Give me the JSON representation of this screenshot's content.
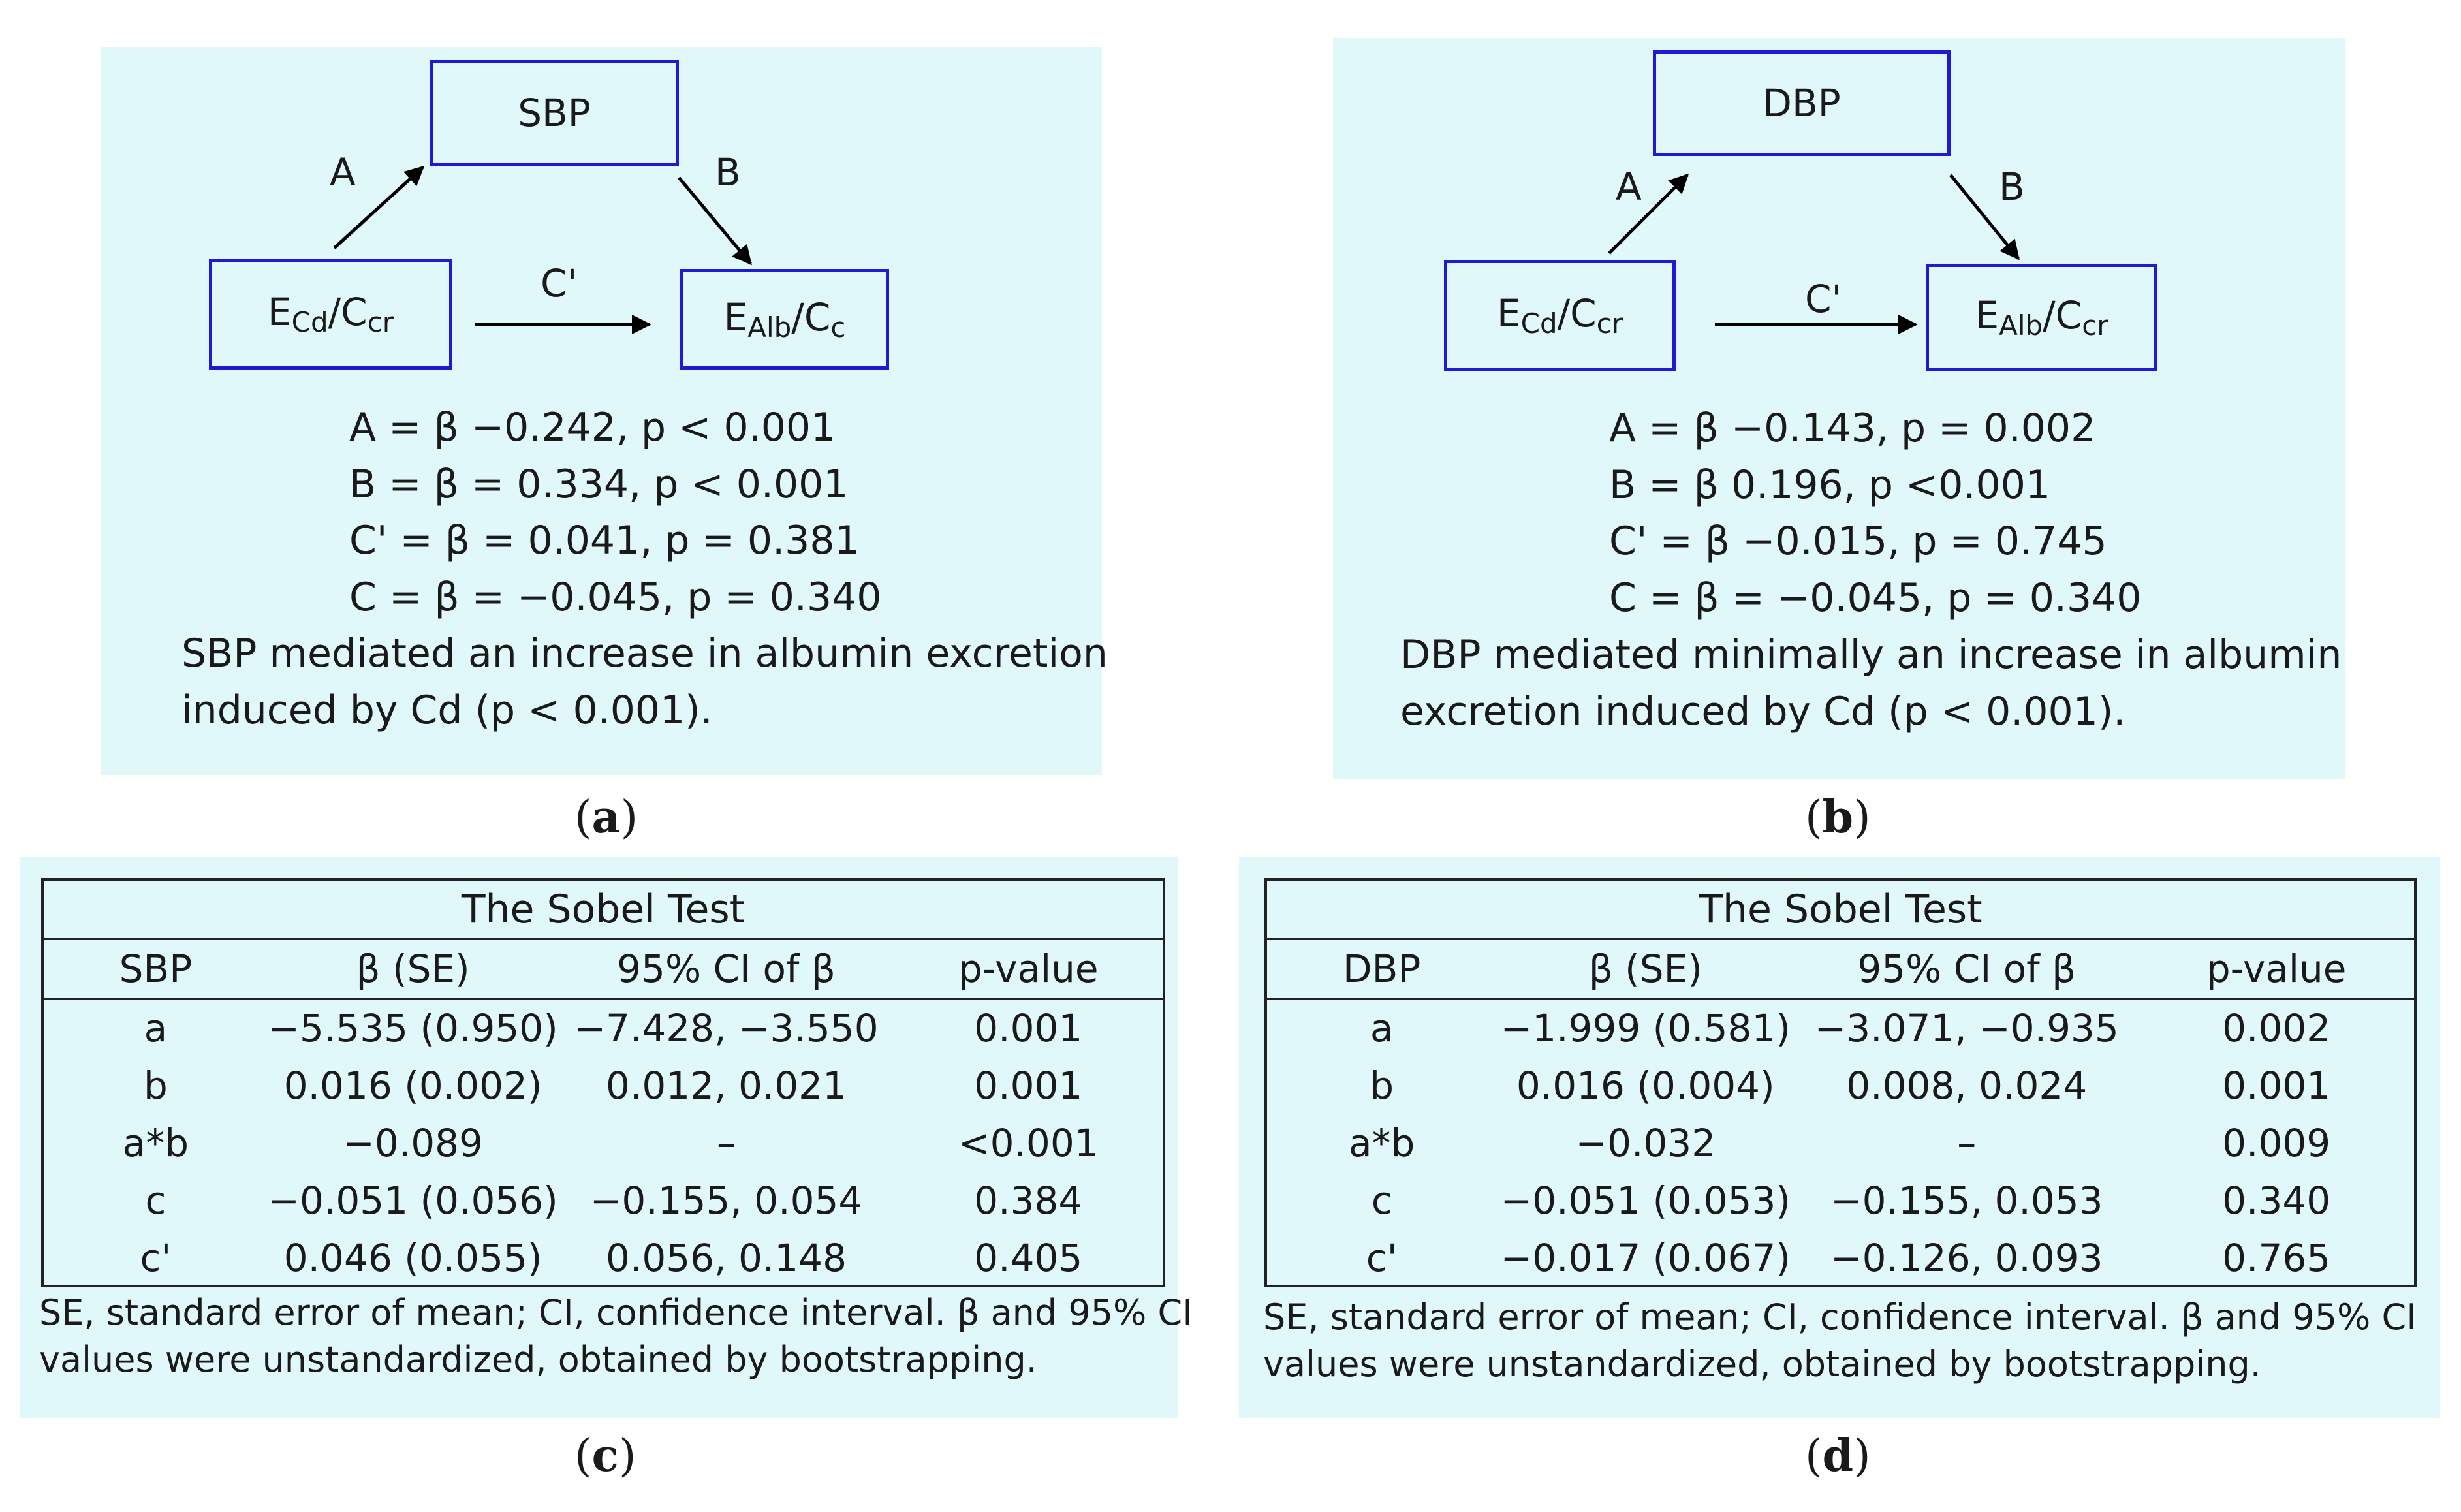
{
  "panels": {
    "a": {
      "caption_letter": "a",
      "mediator": "SBP",
      "left_node_main": "E",
      "left_node_sub": "Cd",
      "left_node_rest": "/C",
      "left_node_sub2": "cr",
      "right_node_main": "E",
      "right_node_sub": "Alb",
      "right_node_rest": "/C",
      "right_node_sub2": "c",
      "path_a": "A",
      "path_b": "B",
      "path_c": "C'",
      "stats": [
        "A = β −0.242, p < 0.001",
        "B = β = 0.334, p < 0.001",
        "C' = β = 0.041, p = 0.381",
        "C = β = −0.045, p = 0.340"
      ],
      "summary": [
        "SBP mediated an increase in albumin excretion",
        "induced by Cd (p < 0.001)."
      ]
    },
    "b": {
      "caption_letter": "b",
      "mediator": "DBP",
      "left_node_main": "E",
      "left_node_sub": "Cd",
      "left_node_rest": "/C",
      "left_node_sub2": "cr",
      "right_node_main": "E",
      "right_node_sub": "Alb",
      "right_node_rest": "/C",
      "right_node_sub2": "cr",
      "path_a": "A",
      "path_b": "B",
      "path_c": "C'",
      "stats": [
        "A = β −0.143, p = 0.002",
        "B = β 0.196, p <0.001",
        "C' = β −0.015, p = 0.745",
        "C = β = −0.045, p = 0.340"
      ],
      "summary": [
        "DBP mediated minimally an increase in albumin",
        "excretion induced by Cd (p < 0.001)."
      ]
    },
    "c": {
      "caption_letter": "c",
      "title": "The Sobel Test",
      "headers": [
        "SBP",
        "β (SE)",
        "95% CI of β",
        "p-value"
      ],
      "rows": [
        [
          "a",
          "−5.535 (0.950)",
          "−7.428, −3.550",
          "0.001"
        ],
        [
          "b",
          "0.016 (0.002)",
          "0.012, 0.021",
          "0.001"
        ],
        [
          "a*b",
          "−0.089",
          "–",
          "<0.001"
        ],
        [
          "c",
          "−0.051 (0.056)",
          "−0.155, 0.054",
          "0.384"
        ],
        [
          "c'",
          "0.046 (0.055)",
          "0.056, 0.148",
          "0.405"
        ]
      ],
      "note": [
        "SE, standard error of mean; CI, confidence interval. β and 95% CI",
        "values were unstandardized, obtained by bootstrapping."
      ]
    },
    "d": {
      "caption_letter": "d",
      "title": "The Sobel Test",
      "headers": [
        "DBP",
        "β (SE)",
        "95% CI of β",
        "p-value"
      ],
      "rows": [
        [
          "a",
          "−1.999 (0.581)",
          "−3.071, −0.935",
          "0.002"
        ],
        [
          "b",
          "0.016 (0.004)",
          "0.008, 0.024",
          "0.001"
        ],
        [
          "a*b",
          "−0.032",
          "–",
          "0.009"
        ],
        [
          "c",
          "−0.051 (0.053)",
          "−0.155, 0.053",
          "0.340"
        ],
        [
          "c'",
          "−0.017 (0.067)",
          "−0.126, 0.093",
          "0.765"
        ]
      ],
      "note": [
        "SE, standard error of mean; CI, confidence interval. β and 95% CI",
        "values were unstandardized, obtained by bootstrapping."
      ]
    }
  }
}
